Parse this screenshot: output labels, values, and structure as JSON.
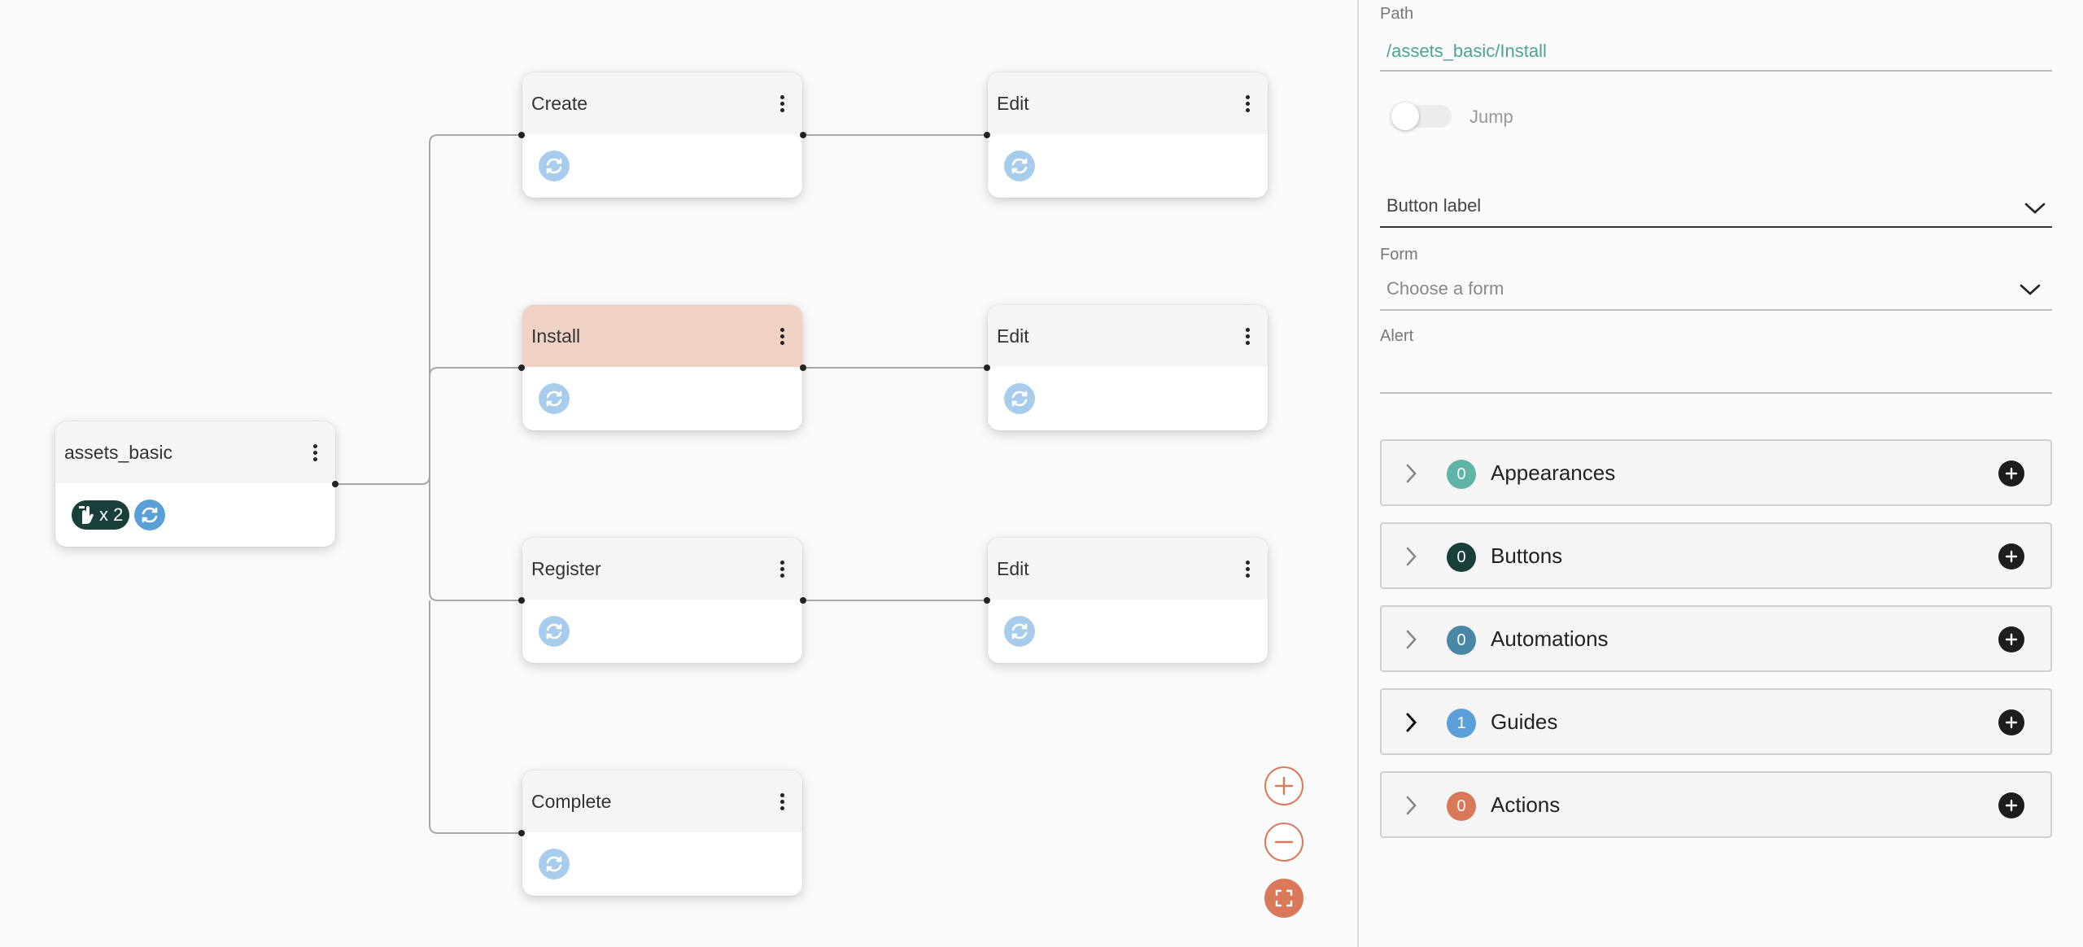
{
  "nodes": {
    "root": {
      "title": "assets_basic",
      "badge_count": "x 2"
    },
    "create": {
      "title": "Create"
    },
    "install": {
      "title": "Install"
    },
    "register": {
      "title": "Register"
    },
    "complete": {
      "title": "Complete"
    },
    "edit1": {
      "title": "Edit"
    },
    "edit2": {
      "title": "Edit"
    },
    "edit3": {
      "title": "Edit"
    }
  },
  "panel": {
    "path_label": "Path",
    "path_value": "/assets_basic/Install",
    "jump_label": "Jump",
    "button_label_placeholder": "Button label",
    "form_label": "Form",
    "form_placeholder": "Choose a form",
    "alert_label": "Alert",
    "sections": [
      {
        "title": "Appearances",
        "count": "0",
        "color": "#5fb5a5"
      },
      {
        "title": "Buttons",
        "count": "0",
        "color": "#183f3a"
      },
      {
        "title": "Automations",
        "count": "0",
        "color": "#4a86a6"
      },
      {
        "title": "Guides",
        "count": "1",
        "color": "#5b9fd9"
      },
      {
        "title": "Actions",
        "count": "0",
        "color": "#d9795a"
      }
    ]
  },
  "colors": {
    "accent": "#d9795a",
    "selected_header": "#efd1c5",
    "path_text": "#4aa593"
  },
  "icons": {
    "node_status": "sync-icon",
    "node_menu": "kebab-menu-icon",
    "zoom_in": "plus-icon",
    "zoom_out": "minus-icon",
    "fit": "fullscreen-icon",
    "section_expand": "chevron-right-icon",
    "section_add": "plus-circle-icon",
    "select": "chevron-down-icon"
  }
}
